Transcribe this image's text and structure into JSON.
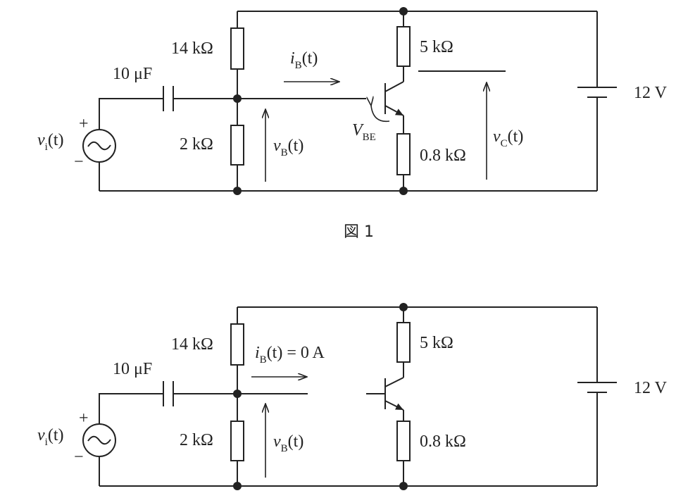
{
  "fig1": {
    "caption": "図 1",
    "source": {
      "label_main": "v",
      "label_sub": "i",
      "label_arg": "(t)",
      "plus": "+",
      "minus": "−"
    },
    "capacitor": "10 μF",
    "r_top": "14 kΩ",
    "r_bottom": "2 kΩ",
    "r_collector": "5 kΩ",
    "r_emitter": "0.8 kΩ",
    "battery": "12 V",
    "ib": {
      "main": "i",
      "sub": "B",
      "arg": "(t)"
    },
    "vb": {
      "main": "v",
      "sub": "B",
      "arg": "(t)"
    },
    "vbe": {
      "main": "V",
      "sub": "BE"
    },
    "vc": {
      "main": "v",
      "sub": "C",
      "arg": "(t)"
    }
  },
  "fig2": {
    "source": {
      "label_main": "v",
      "label_sub": "i",
      "label_arg": "(t)",
      "plus": "+",
      "minus": "−"
    },
    "capacitor": "10 μF",
    "r_top": "14 kΩ",
    "r_bottom": "2 kΩ",
    "r_collector": "5 kΩ",
    "r_emitter": "0.8 kΩ",
    "battery": "12 V",
    "ib": {
      "main": "i",
      "sub": "B",
      "arg": "(t)",
      "eq": " = 0 A"
    },
    "vb": {
      "main": "v",
      "sub": "B",
      "arg": "(t)"
    }
  },
  "icons": [
    "ac-source-icon",
    "capacitor-icon",
    "resistor-icon",
    "npn-transistor-icon",
    "battery-icon",
    "current-arrow-icon",
    "voltage-arrow-icon"
  ]
}
